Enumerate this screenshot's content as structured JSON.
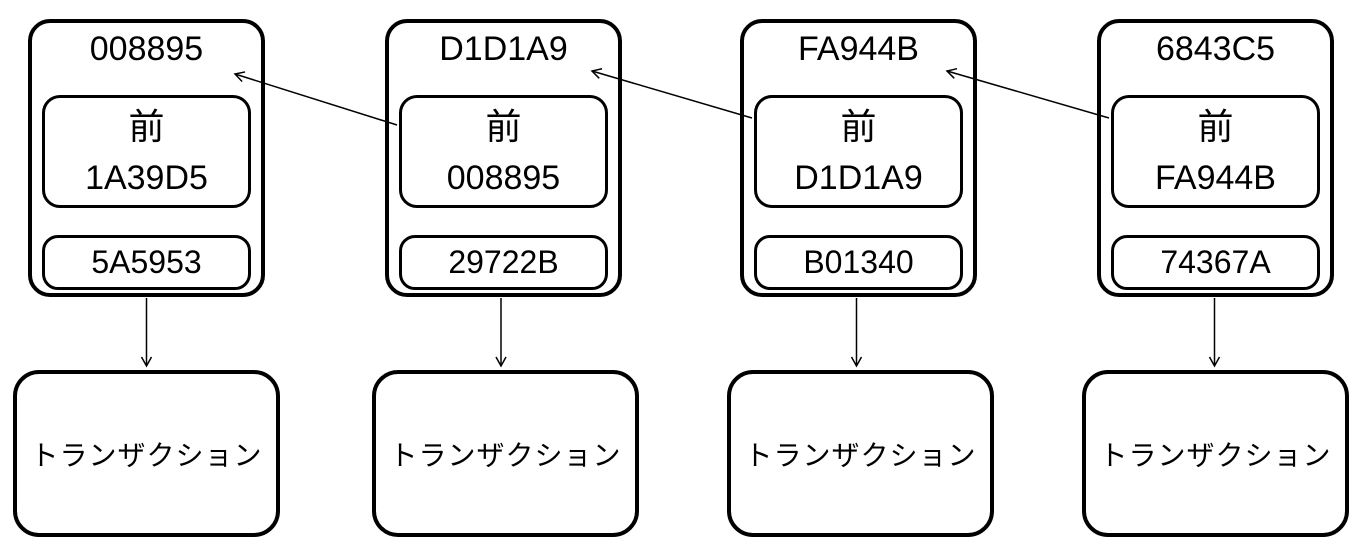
{
  "diagram": {
    "type": "blockchain-chain",
    "colors": {
      "stroke": "#000000",
      "background": "#ffffff"
    },
    "blocks": [
      {
        "hash": "008895",
        "prev_label": "前",
        "prev_hash": "1A39D5",
        "nonce": "5A5953",
        "transaction_label": "トランザクション"
      },
      {
        "hash": "D1D1A9",
        "prev_label": "前",
        "prev_hash": "008895",
        "nonce": "29722B",
        "transaction_label": "トランザクション"
      },
      {
        "hash": "FA944B",
        "prev_label": "前",
        "prev_hash": "D1D1A9",
        "nonce": "B01340",
        "transaction_label": "トランザクション"
      },
      {
        "hash": "6843C5",
        "prev_label": "前",
        "prev_hash": "FA944B",
        "nonce": "74367A",
        "transaction_label": "トランザクション"
      }
    ]
  }
}
